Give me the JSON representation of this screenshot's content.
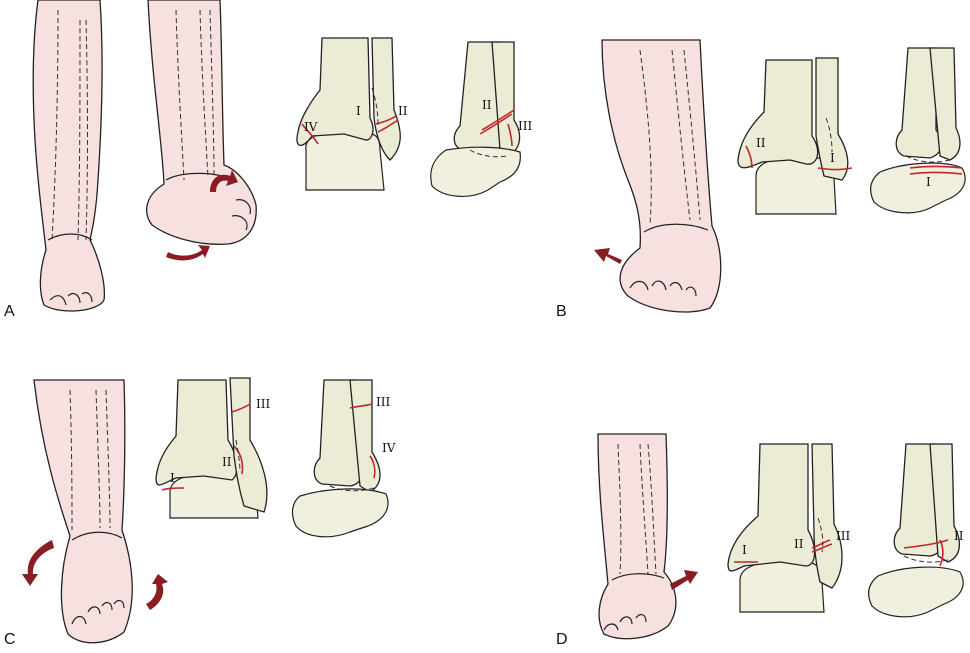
{
  "panels": [
    {
      "letter": "A",
      "fractures": [
        "IV",
        "I",
        "II",
        "II",
        "III"
      ]
    },
    {
      "letter": "B",
      "fractures": [
        "II",
        "I",
        "I"
      ]
    },
    {
      "letter": "C",
      "fractures": [
        "III",
        "I",
        "II",
        "III",
        "IV"
      ]
    },
    {
      "letter": "D",
      "fractures": [
        "I",
        "II",
        "III",
        "II"
      ]
    }
  ],
  "colors": {
    "skin": "#f6e1e0",
    "bone": "#ecebd6",
    "fracture": "#c0262c",
    "arrow": "#8a1c24"
  }
}
